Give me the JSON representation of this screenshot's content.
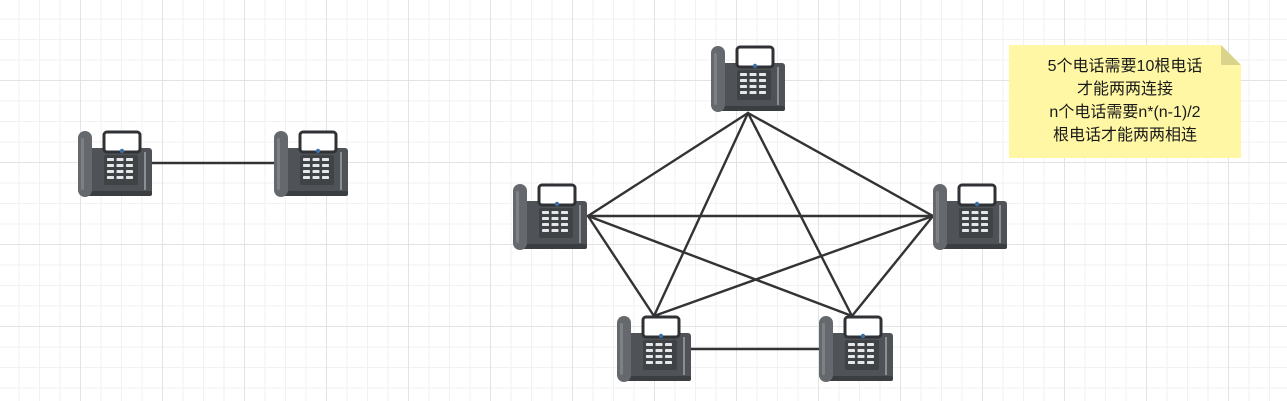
{
  "canvas": {
    "grid": true,
    "background": "#ffffff"
  },
  "icons": {
    "shape": "telephone-icon"
  },
  "colors": {
    "line": "#333333",
    "note_fill": "#fff7a3",
    "note_fold": "#d9d38c",
    "phone_body": "#4f5256",
    "phone_handset": "#65686c"
  },
  "note": {
    "lines": [
      "5个电话需要10根电话",
      "才能两两连接",
      "n个电话需要n*(n-1)/2",
      "根电话才能两两相连"
    ]
  }
}
